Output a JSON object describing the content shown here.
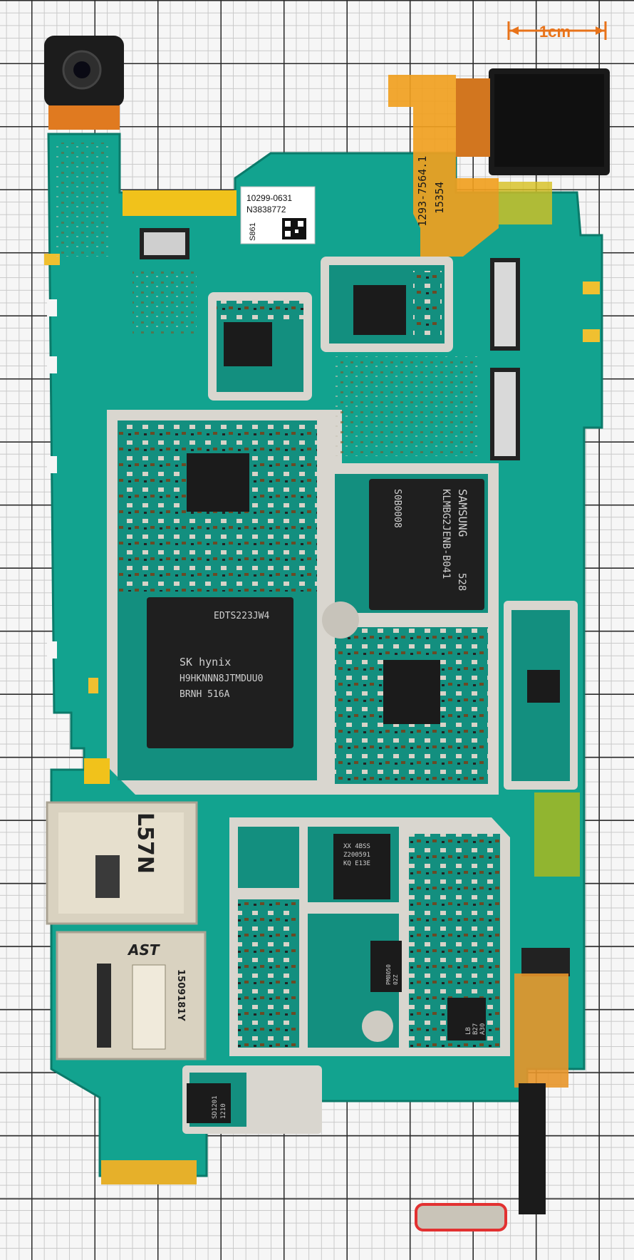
{
  "scale_bar": {
    "label": "1cm",
    "color": "#e8731a"
  },
  "board": {
    "pcb_color": "#12a38f",
    "shield_color": "#d9d6cf"
  },
  "sticker": {
    "line1": "10299-0631",
    "line2": "N3838772",
    "side_code": "S861",
    "qr_icon": "qr-code-icon"
  },
  "flex_cable": {
    "part_line1": "1293-7564.1",
    "part_line2": "15354"
  },
  "memory_chip": {
    "brand": "SAMSUNG",
    "part": "KLMBG2JENB-B041",
    "lot": "528",
    "code": "S0B0008"
  },
  "hynix_chip": {
    "top_code": "EDTS223JW4",
    "brand": "SK hynix",
    "part": "H9HKNNN8JTMDUU0",
    "lot": "BRNH   516A"
  },
  "sim_tray": {
    "marking": "L57N"
  },
  "sd_slot": {
    "brand": "AST",
    "code": "1509181Y"
  },
  "small_chip_1": {
    "line1": "XX 4BSS",
    "line2": "Z200591",
    "line3": "KQ E13E"
  },
  "small_chip_2": {
    "line1": "PM8050",
    "line2": "02Z"
  },
  "small_chip_3": {
    "line1": "LB",
    "line2": "B27",
    "line3": "A30"
  },
  "bottom_chip": {
    "line1": "SD1201",
    "line2": "1210"
  }
}
